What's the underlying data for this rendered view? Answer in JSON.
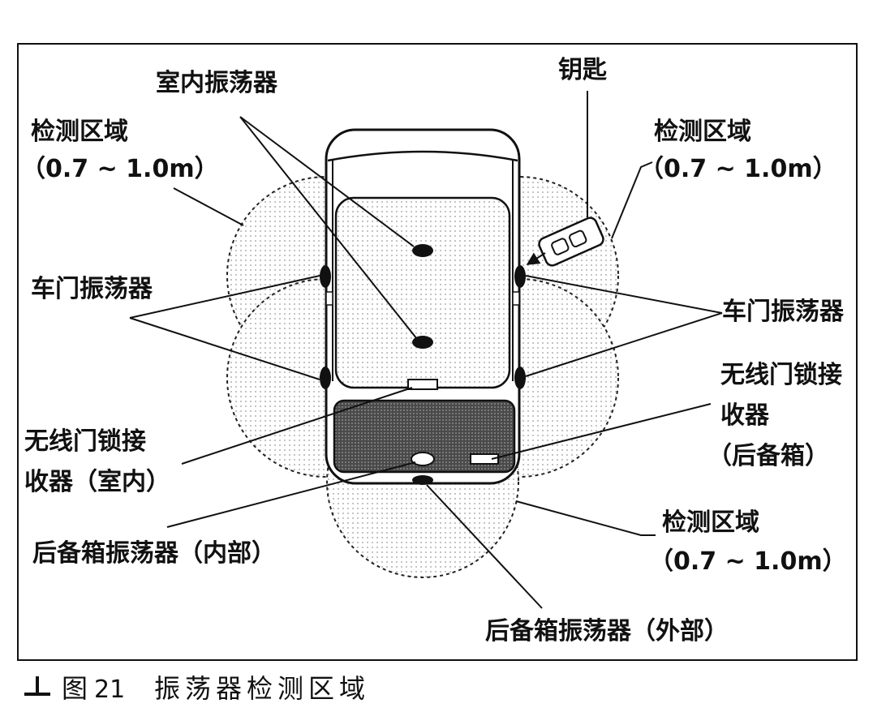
{
  "labels": {
    "cabin_oscillator": "室内振荡器",
    "key": "钥匙",
    "detect_left_title": "检测区域",
    "detect_left_range": "（0.7 ~ 1.0m）",
    "detect_right_title": "检测区域",
    "detect_right_range": "（0.7 ~ 1.0m）",
    "door_osc_left": "车门振荡器",
    "door_osc_right": "车门振荡器",
    "receiver_cabin_line1": "无线门锁接",
    "receiver_cabin_line2": "收器（室内）",
    "receiver_trunk_line1": "无线门锁接",
    "receiver_trunk_line2": "收器",
    "receiver_trunk_line3": "（后备箱）",
    "trunk_osc_inner": "后备箱振荡器（内部）",
    "detect_bottom_title": "检测区域",
    "detect_bottom_range": "（0.7 ~ 1.0m）",
    "trunk_osc_outer": "后备箱振荡器（外部）"
  },
  "caption": {
    "prefix": "图",
    "number": "21",
    "title": "振荡器检测区域"
  }
}
